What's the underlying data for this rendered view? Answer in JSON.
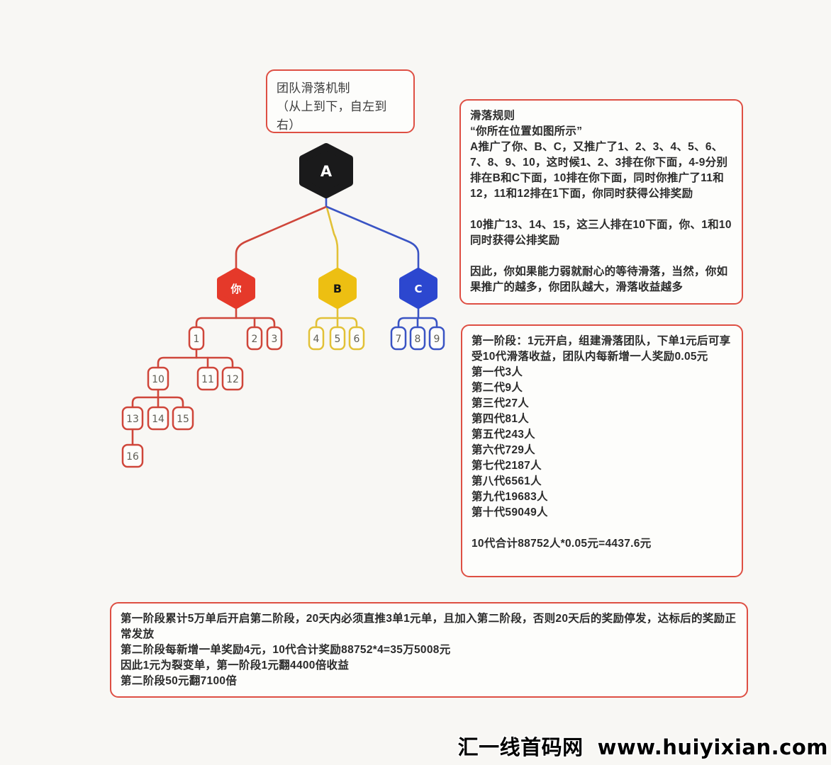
{
  "colors": {
    "page_bg": "#f8f7f4",
    "box_bg": "#fdfdfb",
    "box_border": "#de4f43",
    "text": "#2b2b2b",
    "node_number": "#5f5e55",
    "hex_black": "#1a1a1b",
    "red": "#e5392a",
    "yellow": "#edbf12",
    "blue": "#2c47cf",
    "red_line": "#cf463a",
    "yellow_line": "#e2c137",
    "blue_line": "#3a54c4",
    "watermark": "#000000"
  },
  "title_box": {
    "text": "团队滑落机制\n （从上到下，自左到右）"
  },
  "rules_box": {
    "text": "滑落规则\n“你所在位置如图所示”\nA推广了你、B、C，又推广了1、2、3、4、5、6、7、8、9、10，这时候1、2、3排在你下面，4-9分别排在B和C下面，10排在你下面，同时你推广了11和12，11和12排在1下面，你同时获得公排奖励\n\n10推广13、14、15，这三人排在10下面，你、1和10同时获得公排奖励\n\n因此，你如果能力弱就耐心的等待滑落，当然，你如果推广的越多，你团队越大，滑落收益越多"
  },
  "stage1_box": {
    "text": "第一阶段：1元开启，组建滑落团队，下单1元后可享受10代滑落收益，团队内每新增一人奖励0.05元\n第一代3人\n第二代9人\n第三代27人\n第四代81人\n第五代243人\n第六代729人\n第七代2187人\n第八代6561人\n第九代19683人\n第十代59049人\n\n10代合计88752人*0.05元=4437.6元"
  },
  "bottom_box": {
    "text": "第一阶段累计5万单后开启第二阶段，20天内必须直推3单1元单，且加入第二阶段，否则20天后的奖励停发，达标后的奖励正常发放\n第二阶段每新增一单奖励4元，10代合计奖励88752*4=35万5008元\n因此1元为裂变单，第一阶段1元翻4400倍收益\n第二阶段50元翻7100倍"
  },
  "tree": {
    "hexagons": {
      "a": "A",
      "you": "你",
      "b": "B",
      "c": "C"
    },
    "numbered": {
      "n1": "1",
      "n2": "2",
      "n3": "3",
      "n4": "4",
      "n5": "5",
      "n6": "6",
      "n7": "7",
      "n8": "8",
      "n9": "9",
      "n10": "10",
      "n11": "11",
      "n12": "12",
      "n13": "13",
      "n14": "14",
      "n15": "15",
      "n16": "16"
    }
  },
  "watermark": {
    "site_name": "汇一线首码网",
    "url": "www.huiyixian.com"
  }
}
